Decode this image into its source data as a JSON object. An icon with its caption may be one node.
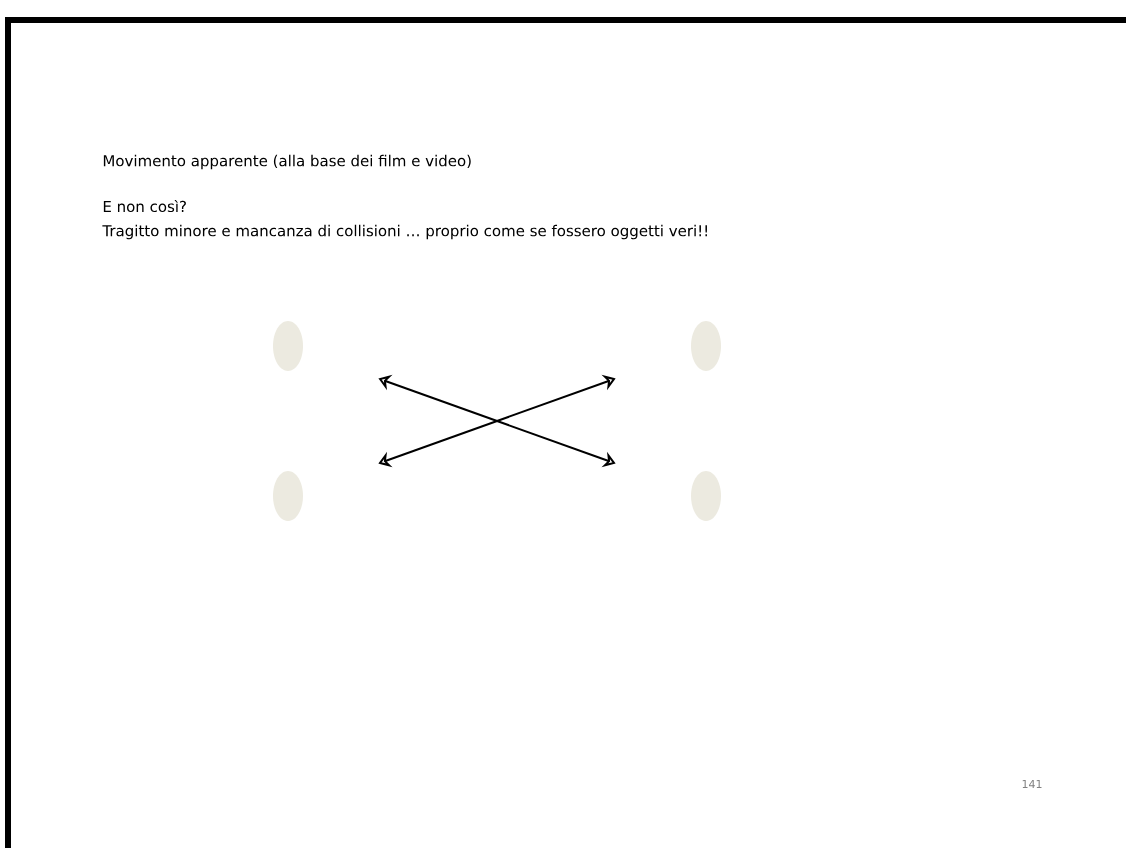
{
  "diagram": {
    "title": "Movimento apparente (alla base dei film e video)",
    "nodes": [
      {
        "text": [],
        "shape": "ellipse"
      },
      {
        "text": [],
        "shape": "ellipse"
      },
      {
        "text": [],
        "shape": "ellipse"
      },
      {
        "text": [],
        "shape": "ellipse"
      }
    ],
    "edges": [
      {
        "from": 0,
        "to": 3,
        "arrow": "both"
      },
      {
        "from": 2,
        "to": 1,
        "arrow": "both"
      }
    ],
    "labels": [
      "E non così?",
      "Tragitto minore e mancanza di collisioni … proprio come se fossero oggetti veri!!",
      "141"
    ]
  }
}
